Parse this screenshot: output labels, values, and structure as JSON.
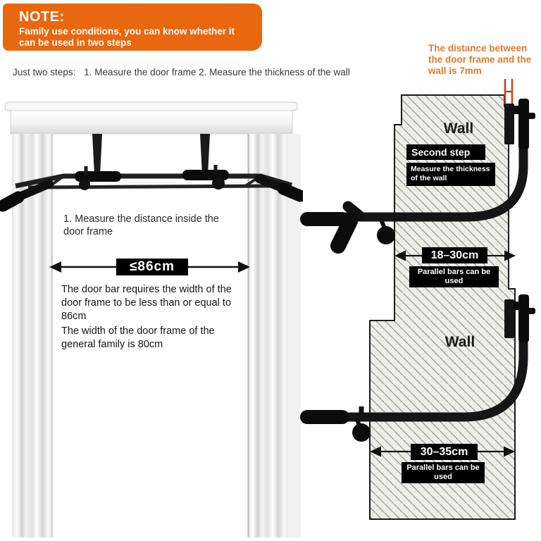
{
  "note": {
    "title": "NOTE:",
    "body": "Family use conditions, you can know whether it can be used in two steps"
  },
  "intro": {
    "prefix": "Just two steps:",
    "steps": "1. Measure the door frame 2. Measure the thickness of the wall"
  },
  "gap_note": "The distance between the door frame and the wall is 7mm",
  "door": {
    "caption": "1. Measure the distance inside the door frame",
    "width_limit": "≤86cm",
    "requirement": "The door bar requires the width of the door frame to be less than or equal to 86cm",
    "typical": "The width of the door frame of the general family is 80cm"
  },
  "wall": {
    "label": "Wall",
    "second_step": {
      "title": "Second step",
      "caption": "Measure the thickness of the wall"
    },
    "thin": {
      "range": "18–30cm",
      "caption": "Parallel bars can be used"
    },
    "thick": {
      "range": "30–35cm",
      "caption": "Parallel bars can be used"
    }
  },
  "colors": {
    "accent_orange": "#E9670E",
    "annotation_orange": "#DF7A2B",
    "indicator_red": "#C2441F",
    "label_bg": "#000000",
    "label_text": "#FFFFFF",
    "wall_fill": "#EDEDE9",
    "hatch_line": "#96968E"
  }
}
